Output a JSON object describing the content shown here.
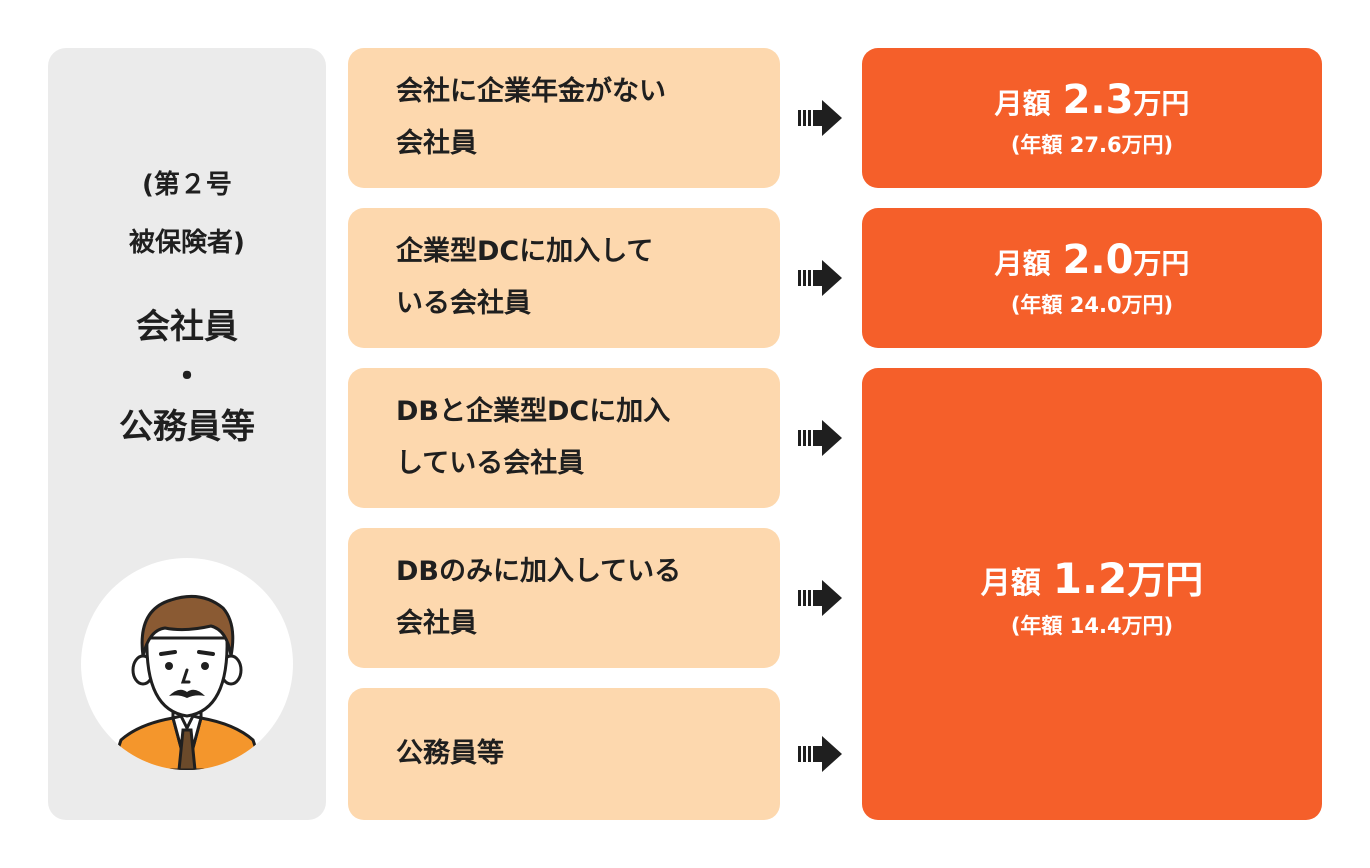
{
  "category": {
    "note": "(第２号\n被保険者)",
    "name_line1": "会社員",
    "separator": "・",
    "name_line2": "公務員等"
  },
  "rows": [
    {
      "label": "会社に企業年金がない\n会社員"
    },
    {
      "label": "企業型DCに加入して\nいる会社員"
    },
    {
      "label": "DBと企業型DCに加入\nしている会社員"
    },
    {
      "label": "DBのみに加入している\n会社員"
    },
    {
      "label": "公務員等"
    }
  ],
  "results": [
    {
      "monthly_prefix": "月額",
      "amount": "2.3",
      "unit": "万円",
      "annual": "(年額 27.6万円)"
    },
    {
      "monthly_prefix": "月額",
      "amount": "2.0",
      "unit": "万円",
      "annual": "(年額 24.0万円)"
    },
    {
      "monthly_prefix": "月額",
      "amount": "1.2",
      "unit": "万円",
      "annual": "(年額 14.4万円)"
    }
  ],
  "icons": {
    "arrow": "arrow-right-icon",
    "avatar": "businessman-avatar-icon"
  },
  "colors": {
    "panel": "#ebebeb",
    "row": "#fdd8ae",
    "result": "#f55f2a",
    "text": "#1f1f1f"
  }
}
